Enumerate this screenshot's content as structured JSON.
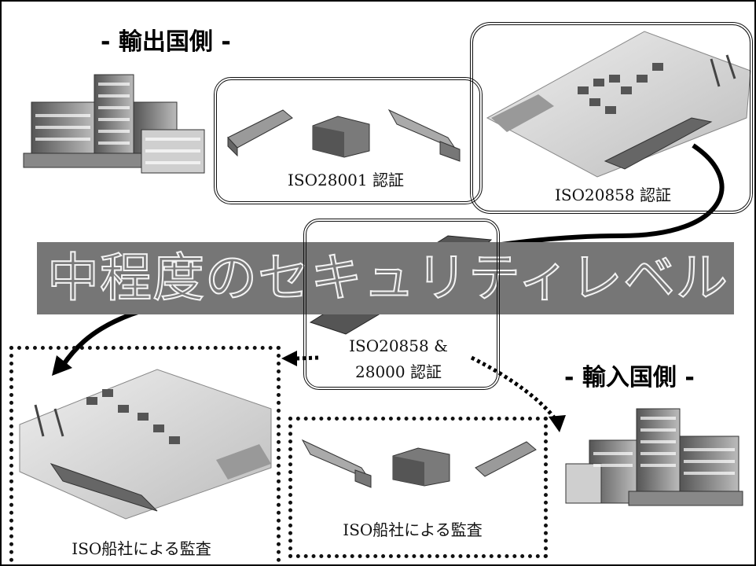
{
  "header_export": "- 輸出国側 -",
  "header_import": "- 輸入国側 -",
  "banner_text": "中程度のセキュリティレベル",
  "label_iso28001": "ISO28001 認証",
  "label_iso20858": "ISO20858 認証",
  "label_center_line1": "ISO20858 &",
  "label_center_line2": "28000 認証",
  "label_audit_left": "ISO船社による監査",
  "label_audit_bottom": "ISO船社による監査",
  "colors": {
    "banner": "#767676",
    "line": "#000000"
  }
}
